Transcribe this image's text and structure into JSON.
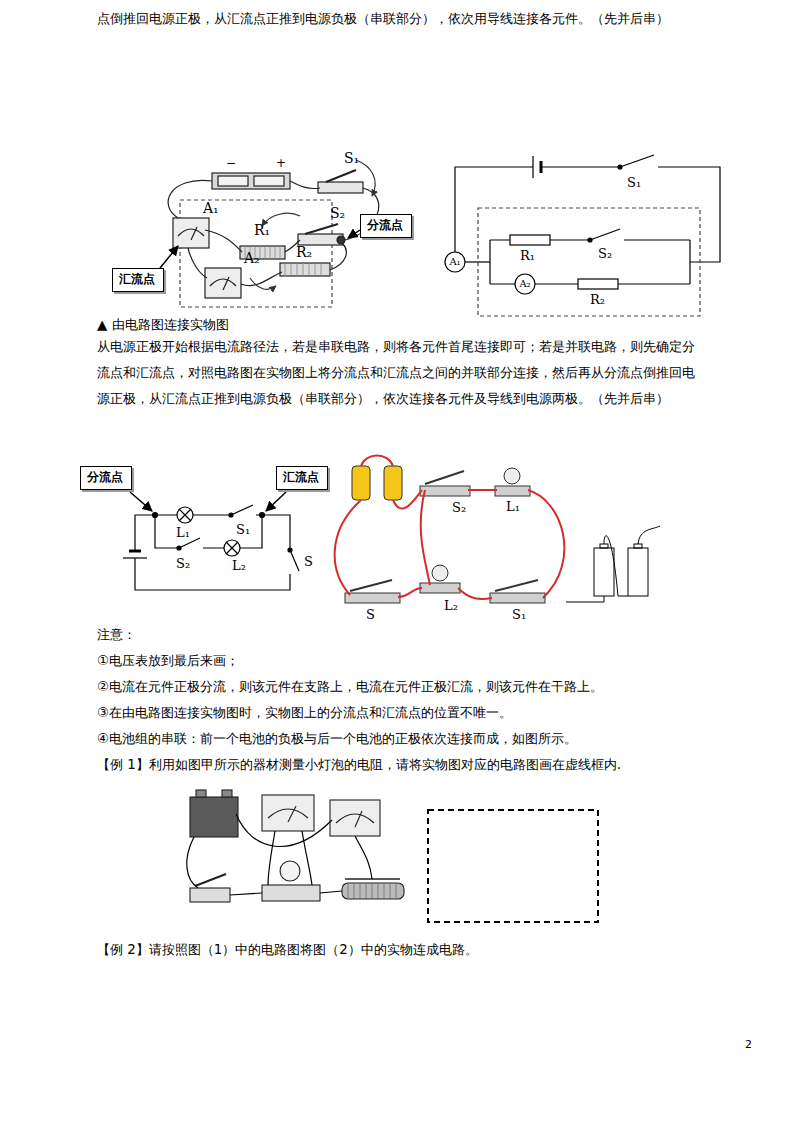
{
  "diagram": {
    "nodes": [
      {
        "text": [
          "分流点"
        ]
      },
      {
        "text": [
          "汇流点"
        ]
      },
      {
        "text": [
          "分流点"
        ]
      },
      {
        "text": [
          "汇流点"
        ]
      }
    ],
    "labels": [
      "点倒推回电源正极，从汇流点正推到电源负极（串联部分），依次用导线连接各元件。（先并后串）",
      "−",
      "+",
      "S₁",
      "A₁",
      "R₁",
      "S₂",
      "A₂",
      "R₂",
      "S₁",
      "A₁",
      "R₁",
      "S₂",
      "A₂",
      "R₂",
      "▲ 由电路图连接实物图",
      "从电源正极开始根据电流路径法，若是串联电路，则将各元件首尾连接即可；若是并联电路，则先确定分流点和汇流点，对照电路图在实物图上将分流点和汇流点之间的并联部分连接，然后再从分流点倒推回电源正极，从汇流点正推到电源负极（串联部分），依次连接各元件及导线到电源两极。（先并后串）",
      "L₁",
      "S₁",
      "S₂",
      "L₂",
      "S",
      "S₂",
      "L₁",
      "S",
      "L₂",
      "S₁",
      "注意：",
      "①电压表放到最后来画；",
      "②电流在元件正极分流，则该元件在支路上，电流在元件正极汇流，则该元件在干路上。",
      "③在由电路图连接实物图时，实物图上的分流点和汇流点的位置不唯一。",
      "④电池组的串联：前一个电池的负极与后一个电池的正极依次连接而成，如图所示。",
      "【例 1】利用如图甲所示的器材测量小灯泡的电阻，请将实物图对应的电路图画在虚线框内.",
      "【例 2】请按照图（1）中的电路图将图（2）中的实物连成电路。",
      "2"
    ]
  }
}
